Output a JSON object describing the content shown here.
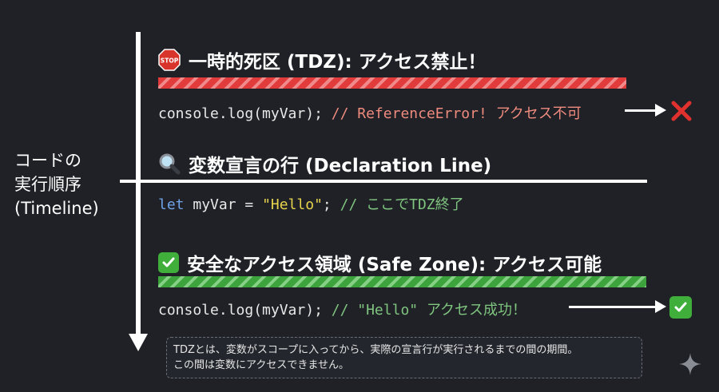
{
  "timeline": {
    "label": [
      "コードの",
      "実行順序",
      "(Timeline)"
    ]
  },
  "tdz": {
    "heading": "一時的死区 (TDZ): アクセス禁止！",
    "stop_icon_text": "STOP",
    "code": "console.log(myVar);",
    "comment": "// ReferenceError! アクセス不可"
  },
  "declaration": {
    "heading": "変数宣言の行 (Declaration Line)",
    "code_keyword": "let",
    "code_var": " myVar = ",
    "code_string": "\"Hello\"",
    "code_end": ";",
    "comment": "// ここでTDZ終了"
  },
  "safe": {
    "heading": "安全なアクセス領域 (Safe Zone): アクセス可能",
    "code": "console.log(myVar);",
    "comment": "// \"Hello\" アクセス成功！"
  },
  "note": {
    "line1": "TDZとは、変数がスコープに入ってから、実際の宣言行が実行されるまでの間の期間。",
    "line2": "この間は変数にアクセスできません。"
  },
  "colors": {
    "red": "#e23b3b",
    "green": "#3fae3b",
    "background": "#1f2126"
  },
  "icons": [
    "stop-sign-icon",
    "magnifier-icon",
    "check-mark-icon",
    "cross-mark-icon",
    "sparkle-icon"
  ]
}
